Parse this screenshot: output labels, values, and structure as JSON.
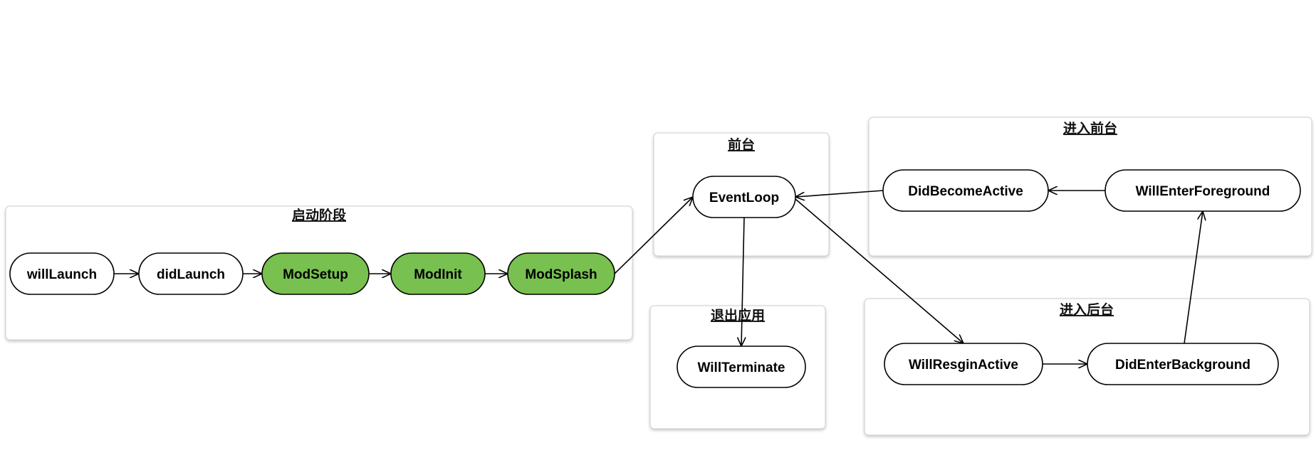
{
  "colors": {
    "node_default": "#ffffff",
    "node_highlight": "#78c04f",
    "stroke": "#000000"
  },
  "groups": [
    {
      "id": "startup",
      "title": "启动阶段"
    },
    {
      "id": "foreground",
      "title": "前台"
    },
    {
      "id": "enter-foreground",
      "title": "进入前台"
    },
    {
      "id": "exit-app",
      "title": "退出应用"
    },
    {
      "id": "enter-background",
      "title": "进入后台"
    }
  ],
  "nodes": [
    {
      "id": "willLaunch",
      "label": "willLaunch",
      "highlight": false
    },
    {
      "id": "didLaunch",
      "label": "didLaunch",
      "highlight": false
    },
    {
      "id": "ModSetup",
      "label": "ModSetup",
      "highlight": true
    },
    {
      "id": "ModInit",
      "label": "ModInit",
      "highlight": true
    },
    {
      "id": "ModSplash",
      "label": "ModSplash",
      "highlight": true
    },
    {
      "id": "EventLoop",
      "label": "EventLoop",
      "highlight": false
    },
    {
      "id": "DidBecomeActive",
      "label": "DidBecomeActive",
      "highlight": false
    },
    {
      "id": "WillEnterForeground",
      "label": "WillEnterForeground",
      "highlight": false
    },
    {
      "id": "WillTerminate",
      "label": "WillTerminate",
      "highlight": false
    },
    {
      "id": "WillResginActive",
      "label": "WillResginActive",
      "highlight": false
    },
    {
      "id": "DidEnterBackground",
      "label": "DidEnterBackground",
      "highlight": false
    }
  ],
  "edges": [
    {
      "from": "willLaunch",
      "to": "didLaunch"
    },
    {
      "from": "didLaunch",
      "to": "ModSetup"
    },
    {
      "from": "ModSetup",
      "to": "ModInit"
    },
    {
      "from": "ModInit",
      "to": "ModSplash"
    },
    {
      "from": "ModSplash",
      "to": "EventLoop"
    },
    {
      "from": "EventLoop",
      "to": "WillTerminate"
    },
    {
      "from": "EventLoop",
      "to": "WillResginActive"
    },
    {
      "from": "WillResginActive",
      "to": "DidEnterBackground"
    },
    {
      "from": "DidEnterBackground",
      "to": "WillEnterForeground"
    },
    {
      "from": "WillEnterForeground",
      "to": "DidBecomeActive"
    },
    {
      "from": "DidBecomeActive",
      "to": "EventLoop"
    }
  ]
}
